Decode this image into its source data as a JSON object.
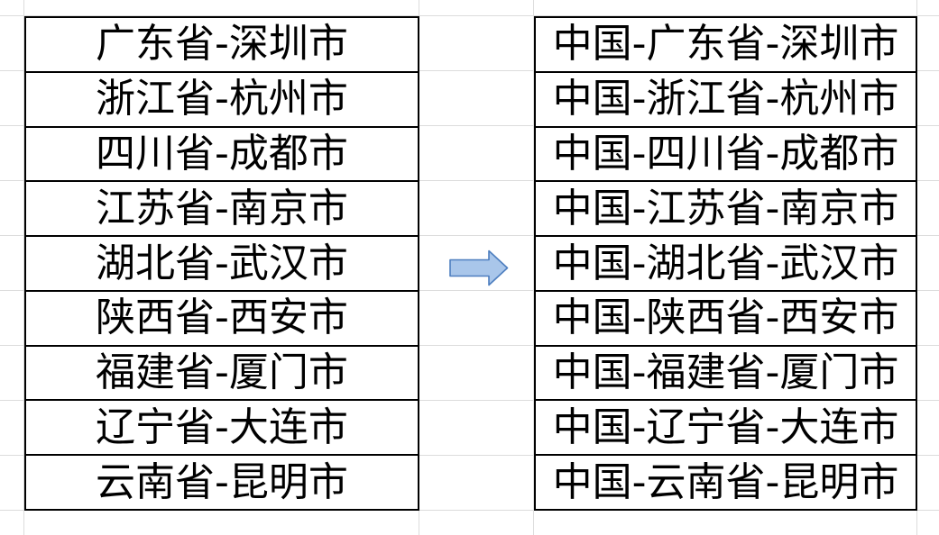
{
  "colors": {
    "grid_line": "#dcdcdc",
    "cell_border": "#000000",
    "text": "#000000",
    "sheet_background": "#ffffff"
  },
  "left_table": {
    "rows": [
      "广东省-深圳市",
      "浙江省-杭州市",
      "四川省-成都市",
      "江苏省-南京市",
      "湖北省-武汉市",
      "陕西省-西安市",
      "福建省-厦门市",
      "辽宁省-大连市",
      "云南省-昆明市"
    ]
  },
  "right_table": {
    "rows": [
      "中国-广东省-深圳市",
      "中国-浙江省-杭州市",
      "中国-四川省-成都市",
      "中国-江苏省-南京市",
      "中国-湖北省-武汉市",
      "中国-陕西省-西安市",
      "中国-福建省-厦门市",
      "中国-辽宁省-大连市",
      "中国-云南省-昆明市"
    ]
  },
  "arrow": {
    "icon": "right-block-arrow",
    "fill": "#a9c6ea",
    "stroke": "#4d7ebf"
  }
}
